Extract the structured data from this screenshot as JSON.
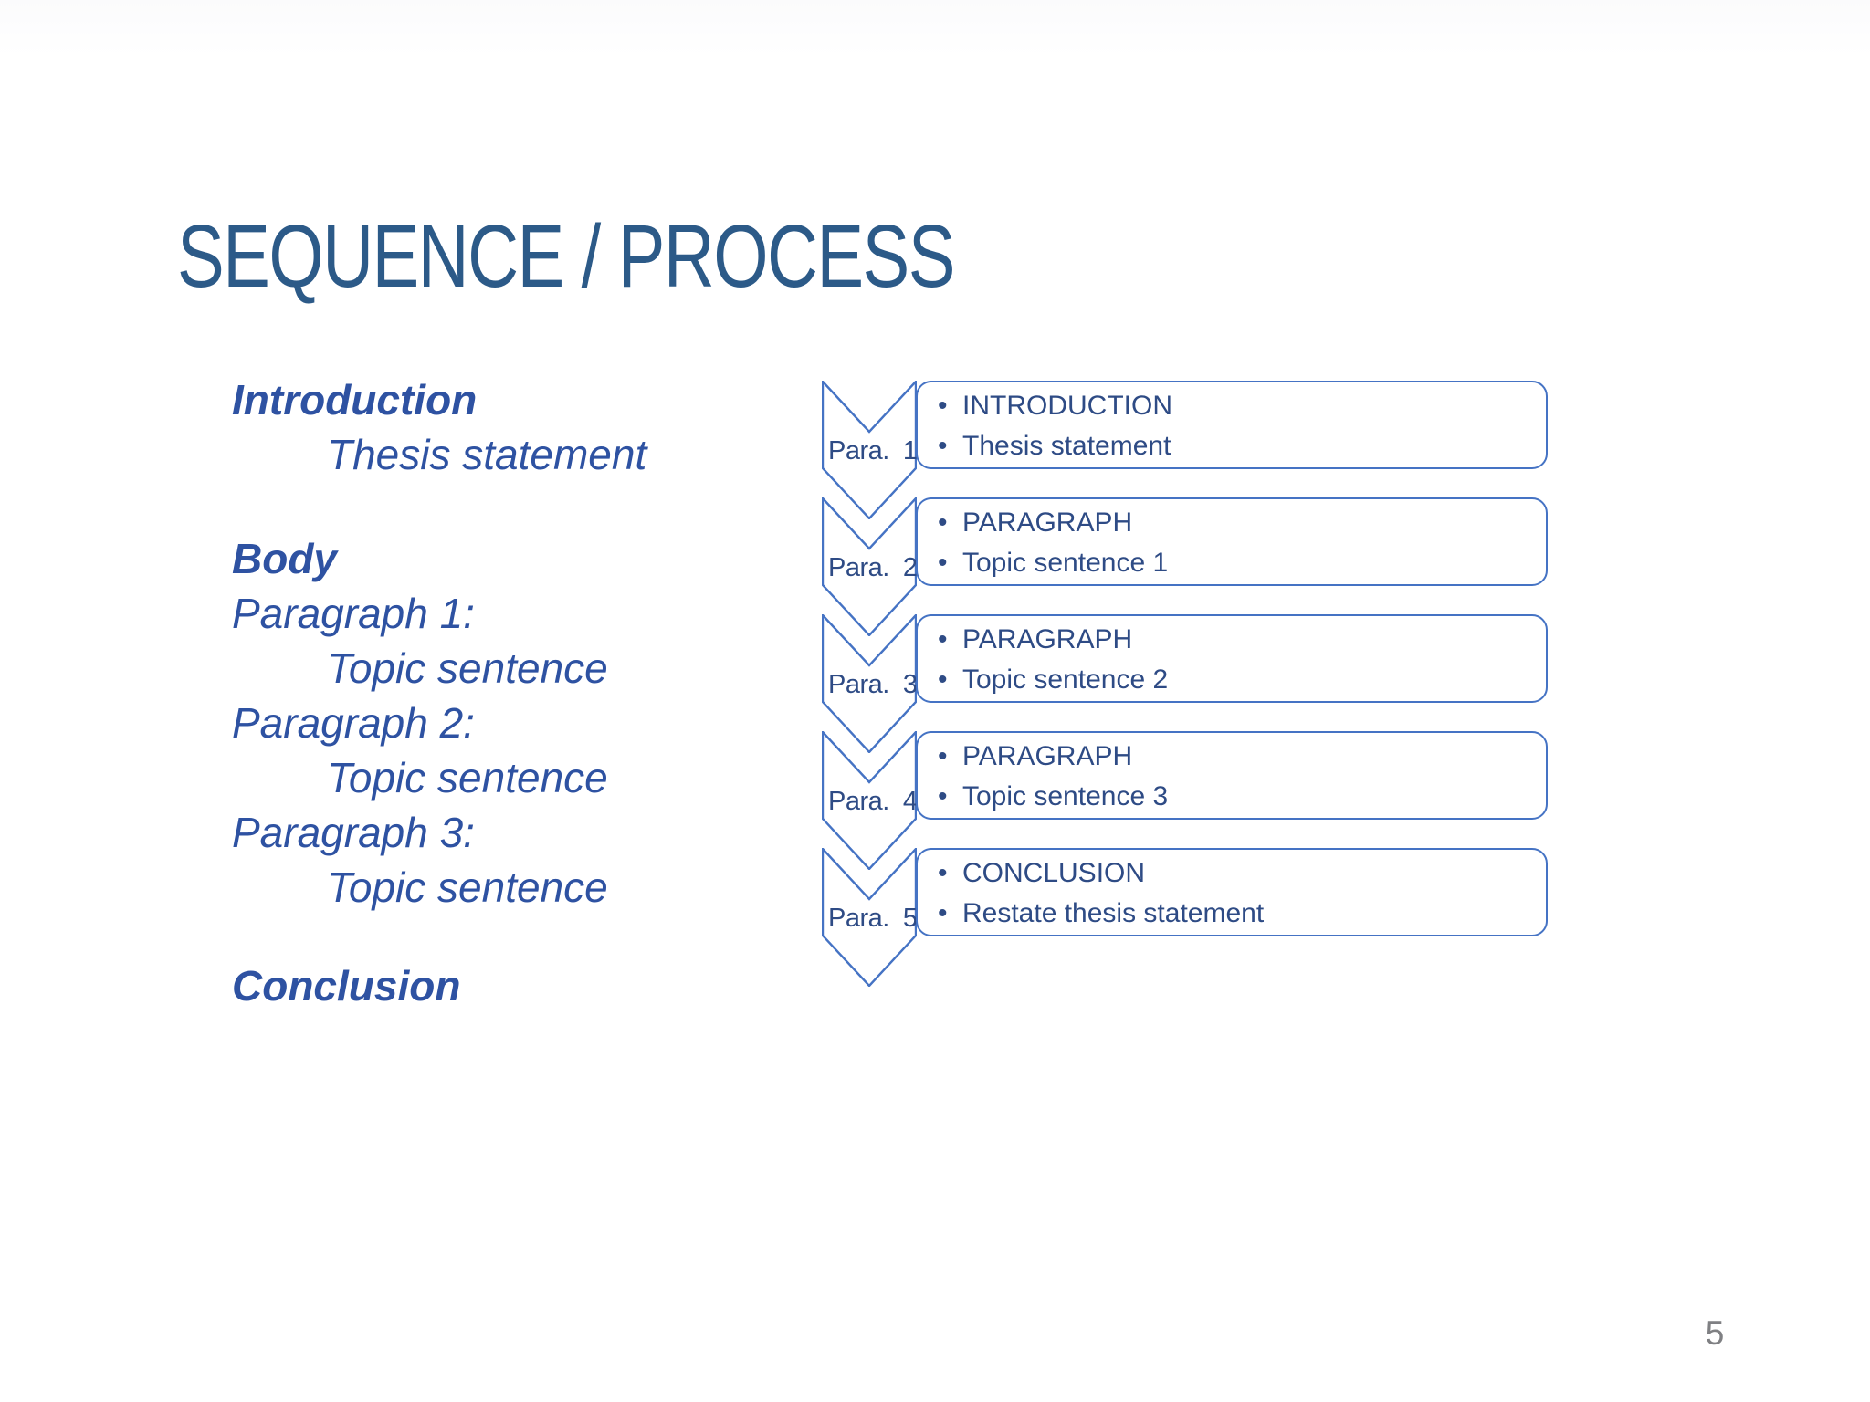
{
  "slide": {
    "title": "SEQUENCE / PROCESS",
    "page_number": "5"
  },
  "outline": {
    "lines": [
      {
        "text": "Introduction"
      },
      {
        "text": "Thesis statement"
      },
      {
        "text": "Body"
      },
      {
        "text": "Paragraph 1:"
      },
      {
        "text": "Topic sentence"
      },
      {
        "text": "Paragraph 2:"
      },
      {
        "text": "Topic sentence"
      },
      {
        "text": "Paragraph 3:"
      },
      {
        "text": "Topic sentence"
      },
      {
        "text": "Conclusion"
      }
    ]
  },
  "diagram": {
    "items": [
      {
        "label": "Para.  1",
        "bullets": [
          "INTRODUCTION",
          "Thesis statement"
        ]
      },
      {
        "label": "Para.  2",
        "bullets": [
          "PARAGRAPH",
          "Topic sentence 1"
        ]
      },
      {
        "label": "Para.  3",
        "bullets": [
          "PARAGRAPH",
          "Topic sentence 2"
        ]
      },
      {
        "label": "Para.  4",
        "bullets": [
          "PARAGRAPH",
          "Topic sentence 3"
        ]
      },
      {
        "label": "Para.  5",
        "bullets": [
          "CONCLUSION",
          "Restate thesis statement"
        ]
      }
    ]
  },
  "colors": {
    "title": "#2c5a88",
    "outline_text": "#2e52a2",
    "diagram_text": "#2e4b85",
    "diagram_stroke": "#4573c4",
    "page_number": "#7f8083",
    "background": "#ffffff"
  }
}
